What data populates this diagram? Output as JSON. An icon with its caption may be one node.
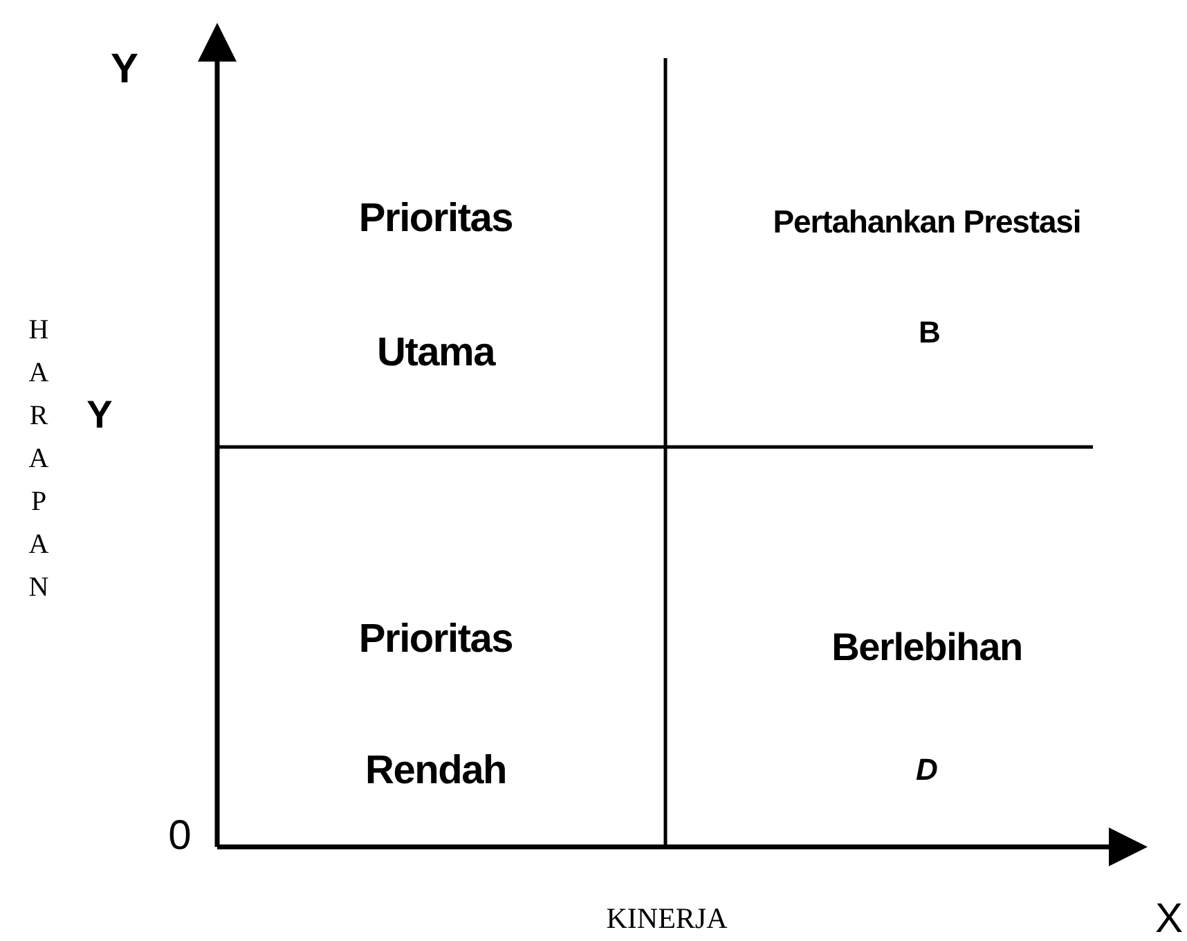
{
  "diagram": {
    "labels": [
      "Y",
      "Prioritas Utama",
      "Pertahankan Prestasi",
      "B",
      "HARAPAN",
      "Y",
      "Prioritas Rendah",
      "Berlebihan",
      "D",
      "0",
      "X",
      "KINERJA"
    ]
  }
}
